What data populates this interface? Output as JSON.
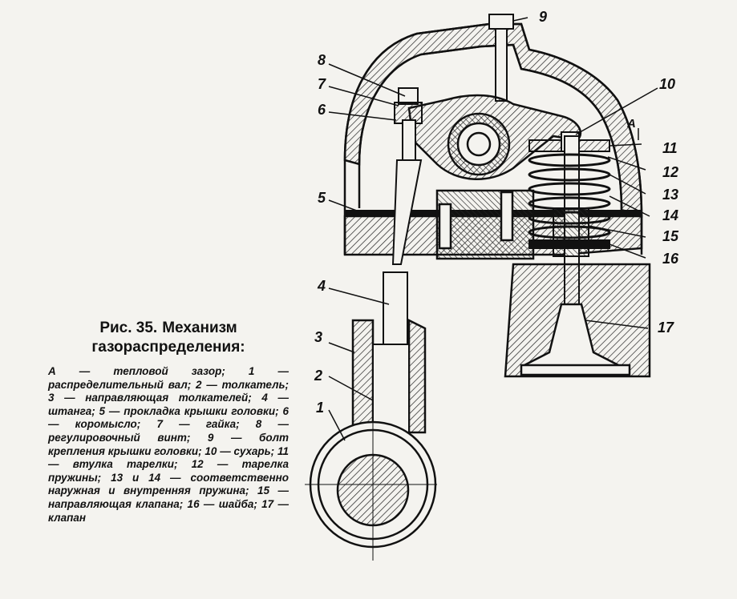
{
  "figure": {
    "title_number": "Рис. 35.",
    "title_text": "Механизм газораспределения:",
    "legend": "А — тепловой зазор; 1 — распределительный вал; 2 — толкатель; 3 — направляющая толкателей; 4 — штанга; 5 — прокладка крышки головки; 6 — коромысло; 7 — гайка; 8 — регулировочный винт; 9 — болт крепления крышки головки; 10 — сухарь; 11 — втулка тарелки; 12 — тарелка пружины; 13 и 14 — соответственно наружная и внутренняя пружина; 15 — направляющая клапана; 16 — шайба; 17 — клапан"
  },
  "callouts": {
    "c1": "1",
    "c2": "2",
    "c3": "3",
    "c4": "4",
    "c5": "5",
    "c6": "6",
    "c7": "7",
    "c8": "8",
    "c9": "9",
    "c10": "10",
    "c11": "11",
    "c12": "12",
    "c13": "13",
    "c14": "14",
    "c15": "15",
    "c16": "16",
    "c17": "17",
    "cA": "A"
  }
}
